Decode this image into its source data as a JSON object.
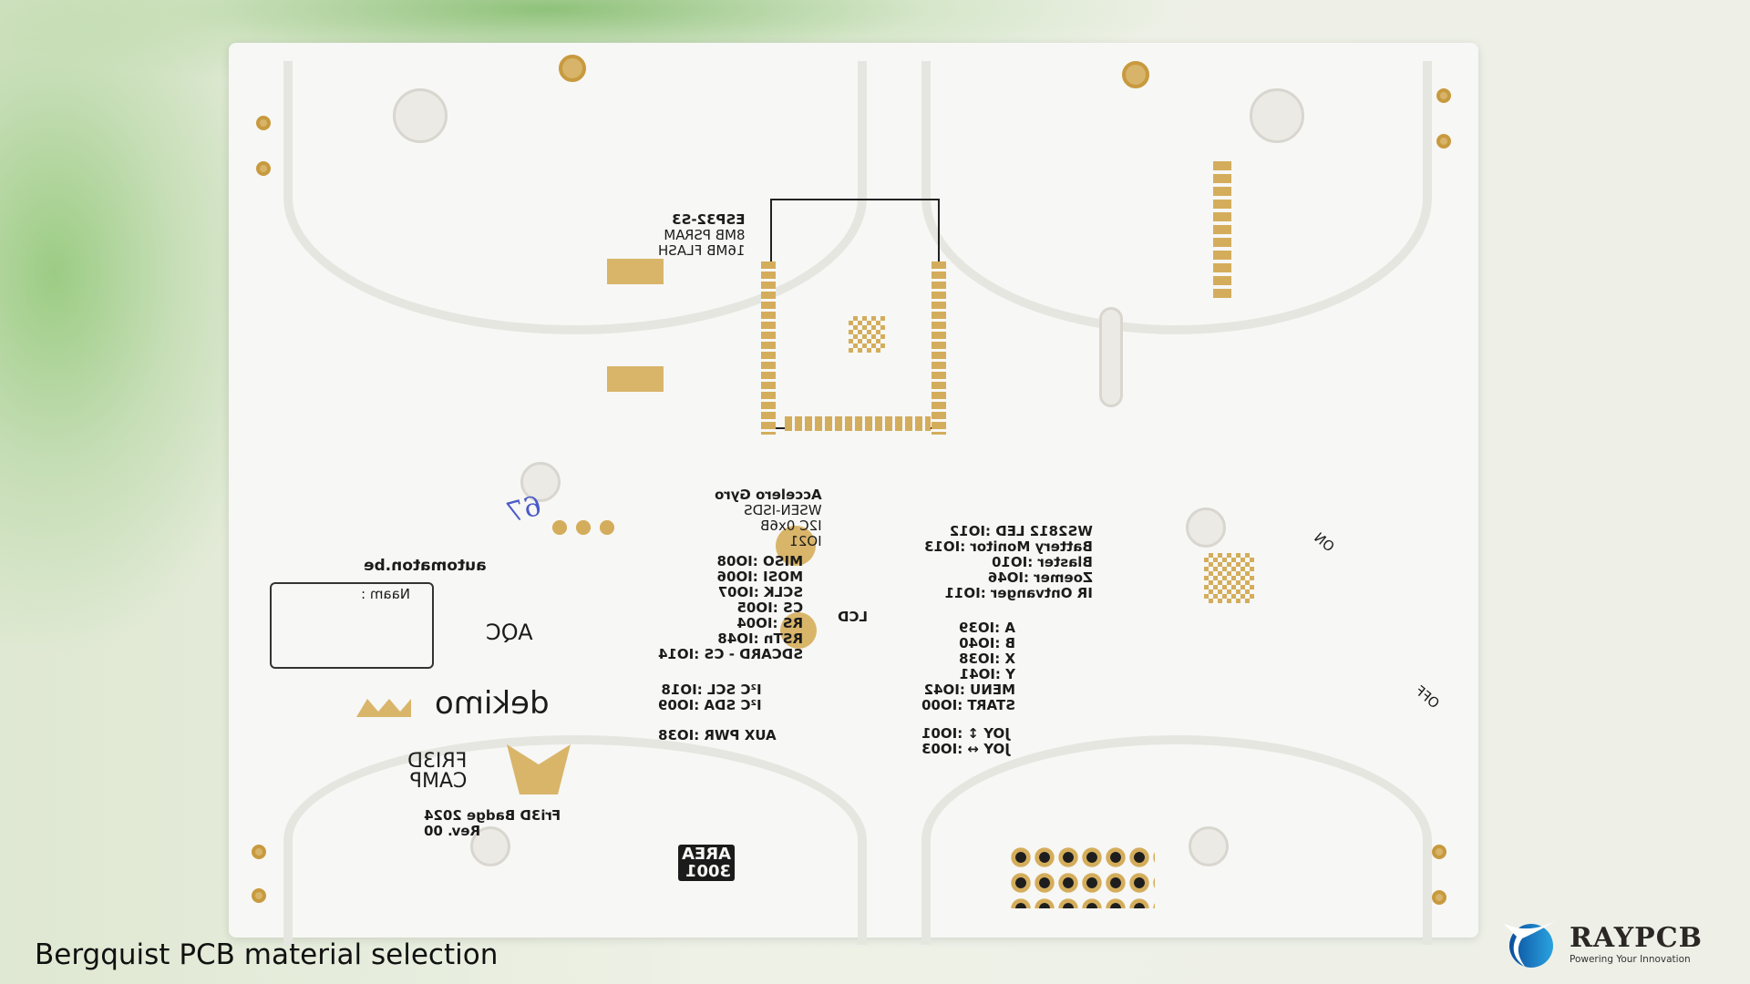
{
  "caption": "Bergquist PCB material selection",
  "brand": {
    "name": "RAYPCB",
    "tagline": "Powering Your Innovation",
    "color": "#1e7fc8"
  },
  "pcb": {
    "module": [
      "ESP32-S3",
      "8MB PSRAM",
      "16MB FLASH"
    ],
    "sensor": [
      "Accelero Gyro",
      "WSEN-ISDS",
      "I2C 0x6B",
      "IO21"
    ],
    "lcd_pins": [
      "MISO :IO08",
      "MOSI :IO06",
      "SCLK :IO07",
      "CS :IO05",
      "RS :IO04",
      "RSTn :IO48",
      "SDCARD - CS :IO14"
    ],
    "lcd_label": "LCD",
    "peripherals": [
      "WS2812 LED :IO12",
      "Battery Monitor :IO13",
      "Blaster :IO10",
      "Zoemer :IO46",
      "IR Ontvanger :IO11"
    ],
    "buttons": [
      "A :IO39",
      "B :IO40",
      "X :IO38",
      "Y :IO41",
      "MENU :IO42",
      "START :IO00"
    ],
    "i2c": [
      "I²C SCL :IO18",
      "I²C SDA :IO09"
    ],
    "aux": "AUX PWR :IO38",
    "joy": [
      "JOY ↕ :IO01",
      "JOY ↔ :IO03"
    ],
    "automaton": "automaton.be",
    "naam": "Naam :",
    "aqc": "AQC",
    "dekimo": "dekimo",
    "fri3d": [
      "FRI3D",
      "CAMP"
    ],
    "badge": [
      "Fri3D Badge 2024",
      "Rev. 00"
    ],
    "area": [
      "AREA",
      "3001"
    ],
    "switch": [
      "ON",
      "OFF"
    ],
    "handwriting": "67"
  }
}
